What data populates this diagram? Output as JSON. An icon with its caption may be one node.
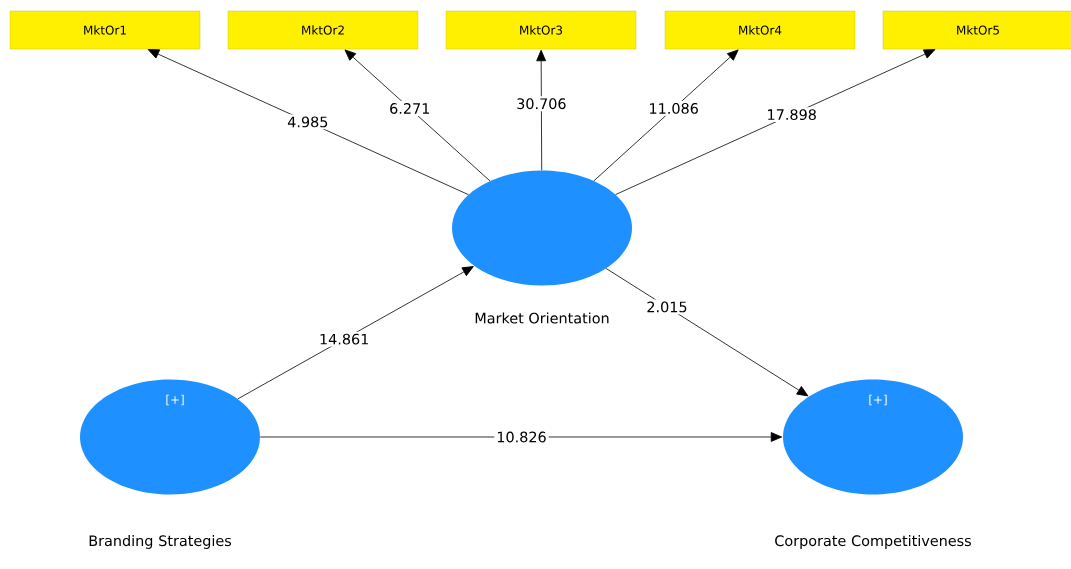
{
  "diagram": {
    "nodes": [
      {
        "text": [
          "MktOr1"
        ]
      },
      {
        "text": [
          "MktOr2"
        ]
      },
      {
        "text": [
          "MktOr3"
        ]
      },
      {
        "text": [
          "MktOr4"
        ]
      },
      {
        "text": [
          "MktOr5"
        ]
      },
      {
        "text": [
          "Market Orientation"
        ]
      },
      {
        "text": [
          "[+]",
          "Branding Strategies"
        ]
      },
      {
        "text": [
          "[+]",
          "Corporate Competitiveness"
        ]
      }
    ],
    "edges": [
      {
        "from": 5,
        "to": 0,
        "arrow": "to",
        "label": "4.985"
      },
      {
        "from": 5,
        "to": 1,
        "arrow": "to",
        "label": "6.271"
      },
      {
        "from": 5,
        "to": 2,
        "arrow": "to",
        "label": "30.706"
      },
      {
        "from": 5,
        "to": 3,
        "arrow": "to",
        "label": "11.086"
      },
      {
        "from": 5,
        "to": 4,
        "arrow": "to",
        "label": "17.898"
      },
      {
        "from": 6,
        "to": 5,
        "arrow": "to",
        "label": "14.861"
      },
      {
        "from": 5,
        "to": 7,
        "arrow": "to",
        "label": "2.015"
      },
      {
        "from": 6,
        "to": 7,
        "arrow": "to",
        "label": "10.826"
      }
    ]
  }
}
